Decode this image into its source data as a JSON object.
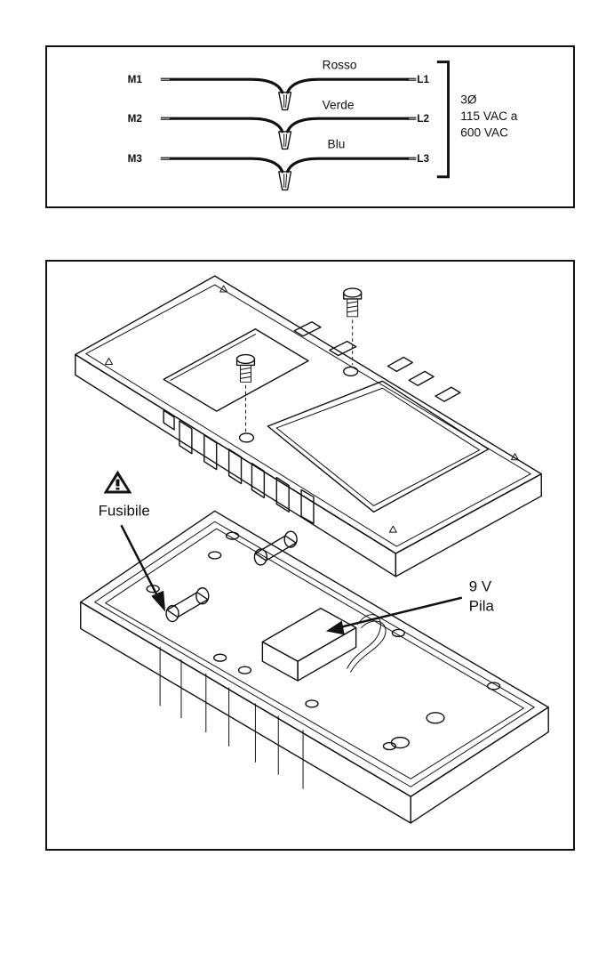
{
  "wiring": {
    "motor_terminals": [
      "M1",
      "M2",
      "M3"
    ],
    "line_terminals": [
      "L1",
      "L2",
      "L3"
    ],
    "wire_colors": [
      "Rosso",
      "Verde",
      "Blu"
    ],
    "supply": {
      "phase": "3Ø",
      "range_line1": "115 VAC a",
      "range_line2": "600 VAC"
    }
  },
  "assembly": {
    "fuse_warning_icon": "warning-triangle-icon",
    "fuse_label": "Fusibile",
    "battery_label_line1": "9 V",
    "battery_label_line2": "Pila"
  }
}
